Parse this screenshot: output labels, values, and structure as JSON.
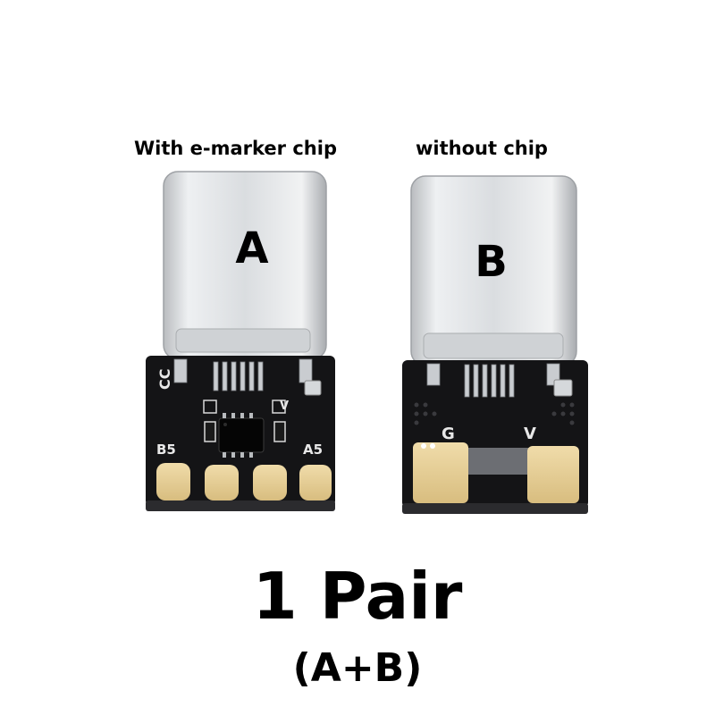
{
  "captions": {
    "left": "With e-marker chip",
    "right": "without chip"
  },
  "products": {
    "a": {
      "letter": "A",
      "silkscreen": {
        "cc": "CC",
        "b5": "B5",
        "a5": "A5",
        "v": "V"
      }
    },
    "b": {
      "letter": "B",
      "silkscreen": {
        "g": "G",
        "v": "V"
      }
    }
  },
  "headline": "1 Pair",
  "subline": "(A+B)",
  "colors": {
    "background": "#ffffff",
    "metal": "#d9dcdf",
    "pcb": "#141416",
    "gold_pad": "#e6cf95",
    "text": "#000000"
  }
}
